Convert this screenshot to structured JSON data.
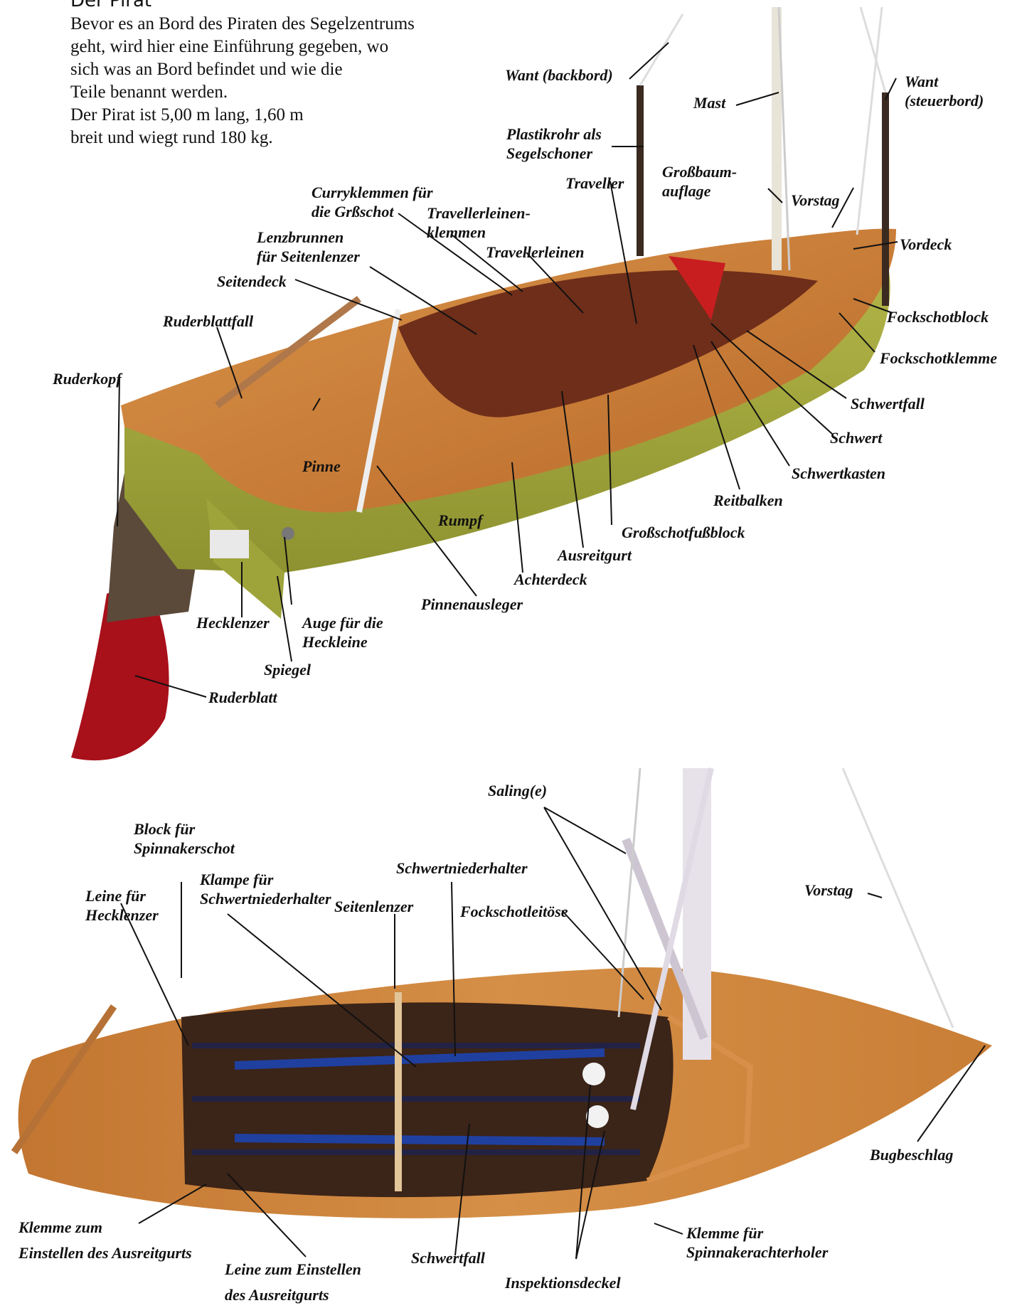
{
  "header": {
    "title": "Der Pirat",
    "intro": [
      "Bevor es an Bord des Piraten des Segelzentrums",
      "geht, wird hier eine Einführung gegeben, wo",
      "sich was an Bord befindet und wie die",
      "Teile benannt werden.",
      "Der Pirat ist 5,00 m lang, 1,60 m",
      "breit und wiegt rund 180 kg."
    ]
  },
  "colors": {
    "deck": "#c97a2e",
    "hull": "#a9ad3c",
    "rudder": "#b0121a",
    "ink": "#111111"
  },
  "side_view": {
    "labels": {
      "want_backbord": "Want (backbord)",
      "mast": "Mast",
      "want_steuerbord_1": "Want",
      "want_steuerbord_2": "(steuerbord)",
      "plastikrohr_1": "Plastikrohr als",
      "plastikrohr_2": "Segelschoner",
      "grossbaum_1": "Großbaum-",
      "grossbaum_2": "auflage",
      "traveller": "Traveller",
      "vorstag": "Vorstag",
      "curry_1": "Curryklemmen für",
      "curry_2": "die Grßschot",
      "travellerleinenklemmen_1": "Travellerleinen-",
      "travellerleinenklemmen_2": "klemmen",
      "lenzbrunnen_1": "Lenzbrunnen",
      "lenzbrunnen_2": "für Seitenlenzer",
      "travellerleinen": "Travellerleinen",
      "vordeck": "Vordeck",
      "seitendeck": "Seitendeck",
      "fockschotblock": "Fockschotblock",
      "ruderblattfall": "Ruderblattfall",
      "fockschotklemme": "Fockschotklemme",
      "ruderkopf": "Ruderkopf",
      "schwertfall": "Schwertfall",
      "schwert": "Schwert",
      "pinne": "Pinne",
      "schwertkasten": "Schwertkasten",
      "reitbalken": "Reitbalken",
      "rumpf": "Rumpf",
      "grossschotfussblock": "Großschotfußblock",
      "ausreitgurt": "Ausreitgurt",
      "achterdeck": "Achterdeck",
      "pinnenausleger": "Pinnenausleger",
      "hecklenzer": "Hecklenzer",
      "auge_1": "Auge für die",
      "auge_2": "Heckleine",
      "spiegel": "Spiegel",
      "ruderblatt": "Ruderblatt"
    }
  },
  "top_view": {
    "labels": {
      "saling": "Saling(e)",
      "block_1": "Block für",
      "block_2": "Spinnakerschot",
      "klampe_1": "Klampe für",
      "klampe_2": "Schwertniederhalter",
      "leine_heck_1": "Leine für",
      "leine_heck_2": "Hecklenzer",
      "schwertniederhalter": "Schwertniederhalter",
      "vorstag": "Vorstag",
      "seitenlenzer": "Seitenlenzer",
      "fockschotleitoese": "Fockschotleitöse",
      "bugbeschlag": "Bugbeschlag",
      "klemme_ausreit_1": "Klemme zum",
      "klemme_ausreit_2": "Einstellen des Ausreitgurts",
      "klemme_spi_1": "Klemme für",
      "klemme_spi_2": "Spinnakerachterholer",
      "schwertfall": "Schwertfall",
      "leine_ausreit_1": "Leine zum Einstellen",
      "leine_ausreit_2": "des Ausreitgurts",
      "inspektionsdeckel": "Inspektionsdeckel"
    }
  }
}
